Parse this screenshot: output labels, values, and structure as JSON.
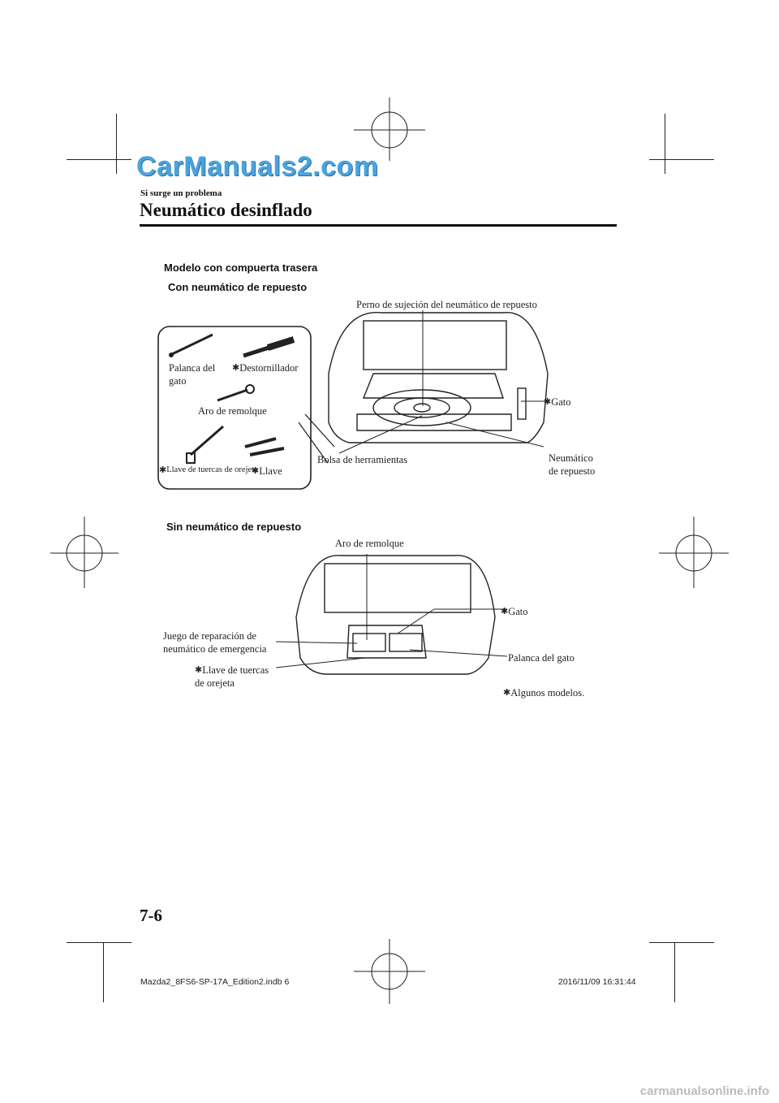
{
  "watermark_top": "CarManuals2.com",
  "header": {
    "section": "Si surge un problema",
    "title": "Neumático desinflado"
  },
  "figure1": {
    "heading": "Modelo con compuerta trasera",
    "subheading": "Con neumático de repuesto",
    "inset_labels": {
      "jack_lever": "Palanca del\ngato",
      "screwdriver": "Destornillador",
      "tow_hook": "Aro de remolque",
      "lug_wrench": "Llave de tuercas de orejeta",
      "wrench": "Llave"
    },
    "callouts": {
      "spare_bolt": "Perno de sujeción del neumático de repuesto",
      "jack": "Gato",
      "spare_tire": "Neumático\nde repuesto",
      "tool_bag": "Bolsa de herramientas"
    }
  },
  "figure2": {
    "subheading": "Sin neumático de repuesto",
    "callouts": {
      "tow_hook": "Aro de remolque",
      "jack": "Gato",
      "repair_kit": "Juego de reparación de\nneumático de emergencia",
      "jack_lever": "Palanca del gato",
      "lug_wrench": "Llave de tuercas\nde orejeta",
      "some_models": "Algunos modelos."
    }
  },
  "star_symbol": "✱",
  "page_number": "7-6",
  "footer": {
    "file": "Mazda2_8FS6-SP-17A_Edition2.indb   6",
    "date": "2016/11/09   16:31:44"
  },
  "watermark_bottom": "carmanualsonline.info"
}
